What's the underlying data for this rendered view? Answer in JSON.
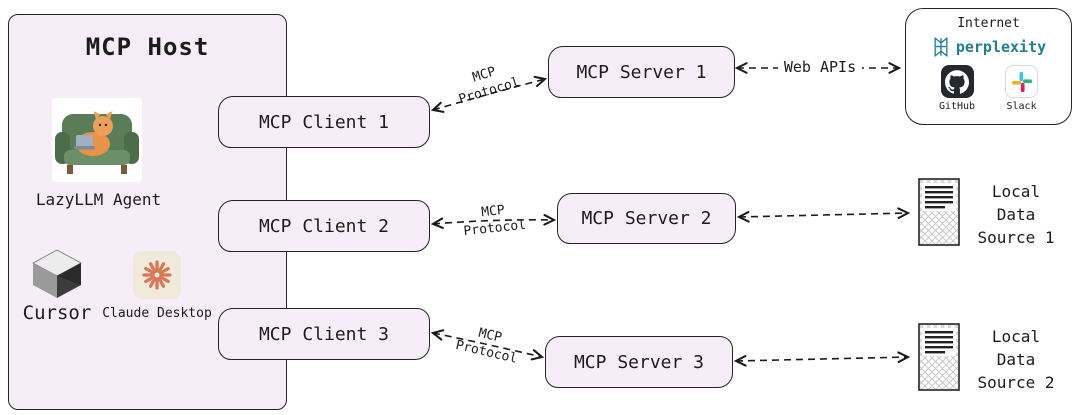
{
  "host": {
    "title": "MCP Host",
    "agent_label": "LazyLLM Agent",
    "cursor_label": "Cursor",
    "claude_label": "Claude Desktop"
  },
  "clients": [
    {
      "label": "MCP Client 1"
    },
    {
      "label": "MCP Client 2"
    },
    {
      "label": "MCP Client 3"
    }
  ],
  "servers": [
    {
      "label": "MCP Server 1"
    },
    {
      "label": "MCP Server 2"
    },
    {
      "label": "MCP Server 3"
    }
  ],
  "internet": {
    "title": "Internet",
    "perplexity_label": "perplexity",
    "github_label": "GitHub",
    "slack_label": "Slack"
  },
  "data_sources": [
    {
      "label": "Local Data Source 1"
    },
    {
      "label": "Local Data Source 2"
    }
  ],
  "edges": {
    "mcp_protocol_label": "MCP Protocol",
    "web_apis_label": "Web APIs"
  },
  "colors": {
    "box_fill": "#f7edf9",
    "box_border": "#242424",
    "arrow": "#1a1a1a",
    "perplexity_teal": "#20808d",
    "claude_orange": "#d97757",
    "github_dark": "#24292f",
    "slack_blue": "#36c5f0",
    "slack_green": "#2eb67d",
    "slack_yellow": "#ecb22e",
    "slack_red": "#e01e5a"
  }
}
